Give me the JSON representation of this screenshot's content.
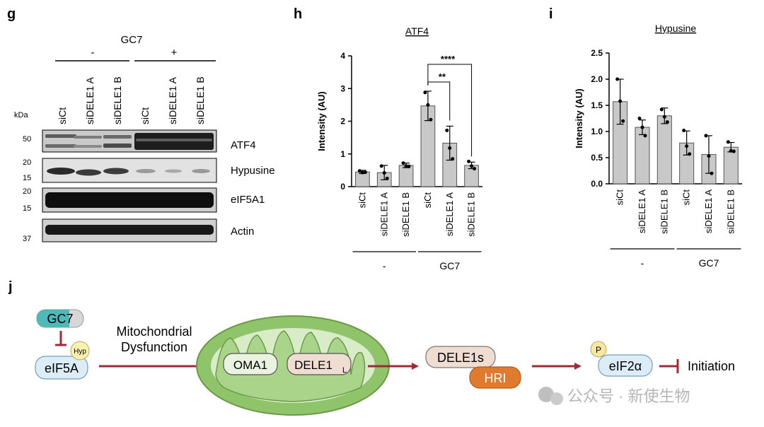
{
  "panels": {
    "g": "g",
    "h": "h",
    "i": "i",
    "j": "j"
  },
  "blot": {
    "treatment_title": "GC7",
    "group_minus": "-",
    "group_plus": "+",
    "lanes": [
      "siCt",
      "siDELE1 A",
      "siDELE1 B",
      "siCt",
      "siDELE1 A",
      "siDELE1 B"
    ],
    "kda_label": "kDa",
    "markers": [
      "50",
      "20",
      "15",
      "20",
      "15",
      "37"
    ],
    "rows": [
      "ATF4",
      "Hypusine",
      "eIF5A1",
      "Actin"
    ]
  },
  "chart_data": [
    {
      "type": "bar",
      "title": "ATF4",
      "ylabel": "Intensity (AU)",
      "ylim": [
        0,
        4
      ],
      "yticks": [
        0,
        1,
        2,
        3,
        4
      ],
      "categories": [
        "siCt",
        "siDELE1 A",
        "siDELE1 B",
        "siCt",
        "siDELE1 A",
        "siDELE1 B"
      ],
      "values": [
        0.45,
        0.43,
        0.65,
        2.47,
        1.33,
        0.65
      ],
      "errors": [
        0.05,
        0.22,
        0.07,
        0.45,
        0.52,
        0.1
      ],
      "points": [
        [
          0.48,
          0.43,
          0.44
        ],
        [
          0.63,
          0.42,
          0.25
        ],
        [
          0.72,
          0.63,
          0.62
        ],
        [
          2.88,
          2.5,
          2.05
        ],
        [
          1.72,
          1.18,
          0.85
        ],
        [
          0.77,
          0.63,
          0.55
        ]
      ],
      "groups": [
        {
          "label": "-",
          "from": 0,
          "to": 2
        },
        {
          "label": "GC7",
          "from": 3,
          "to": 5
        }
      ],
      "significance": [
        {
          "label": "**",
          "from": 3,
          "to": 4
        },
        {
          "label": "****",
          "from": 3,
          "to": 5
        }
      ],
      "grid": false
    },
    {
      "type": "bar",
      "title": "Hypusine",
      "ylabel": "Intensity (AU)",
      "ylim": [
        0,
        2.5
      ],
      "yticks": [
        0.0,
        0.5,
        1.0,
        1.5,
        2.0,
        2.5
      ],
      "categories": [
        "siCt",
        "siDELE1 A",
        "siDELE1 B",
        "siCt",
        "siDELE1 A",
        "siDELE1 B"
      ],
      "values": [
        1.57,
        1.08,
        1.3,
        0.78,
        0.56,
        0.7
      ],
      "errors": [
        0.43,
        0.14,
        0.15,
        0.23,
        0.36,
        0.09
      ],
      "points": [
        [
          2.0,
          1.58,
          1.2
        ],
        [
          1.25,
          1.08,
          0.92
        ],
        [
          1.42,
          1.28,
          1.18
        ],
        [
          1.02,
          0.72,
          0.57
        ],
        [
          0.92,
          0.53,
          0.2
        ],
        [
          0.8,
          0.63,
          0.62
        ]
      ],
      "groups": [
        {
          "label": "-",
          "from": 0,
          "to": 2
        },
        {
          "label": "GC7",
          "from": 3,
          "to": 5
        }
      ],
      "grid": false
    }
  ],
  "schematic": {
    "inhibitor": "GC7",
    "hyp_badge": "Hyp",
    "eif5a": "eIF5A",
    "stress_line1": "Mitochondrial",
    "stress_line2": "Dysfunction",
    "oma1": "OMA1",
    "dele1l": "DELE1",
    "dele1l_sub": "L",
    "dele1s": "DELE1s",
    "hri": "HRI",
    "p_badge": "P",
    "eif2a": "eIF2α",
    "outcome": "Initiation"
  },
  "watermark": "公众号 · 新使生物",
  "colors": {
    "bar_fill": "#c8c8c8",
    "arrow": "#9c2a3a",
    "mito_outer": "#8fc46a",
    "mito_inner": "#d9ecc8",
    "hri": "#e07a2e",
    "dele1": "#f0ddd2",
    "eif": "#dcedf8",
    "gc7": "#4fb8b8"
  }
}
